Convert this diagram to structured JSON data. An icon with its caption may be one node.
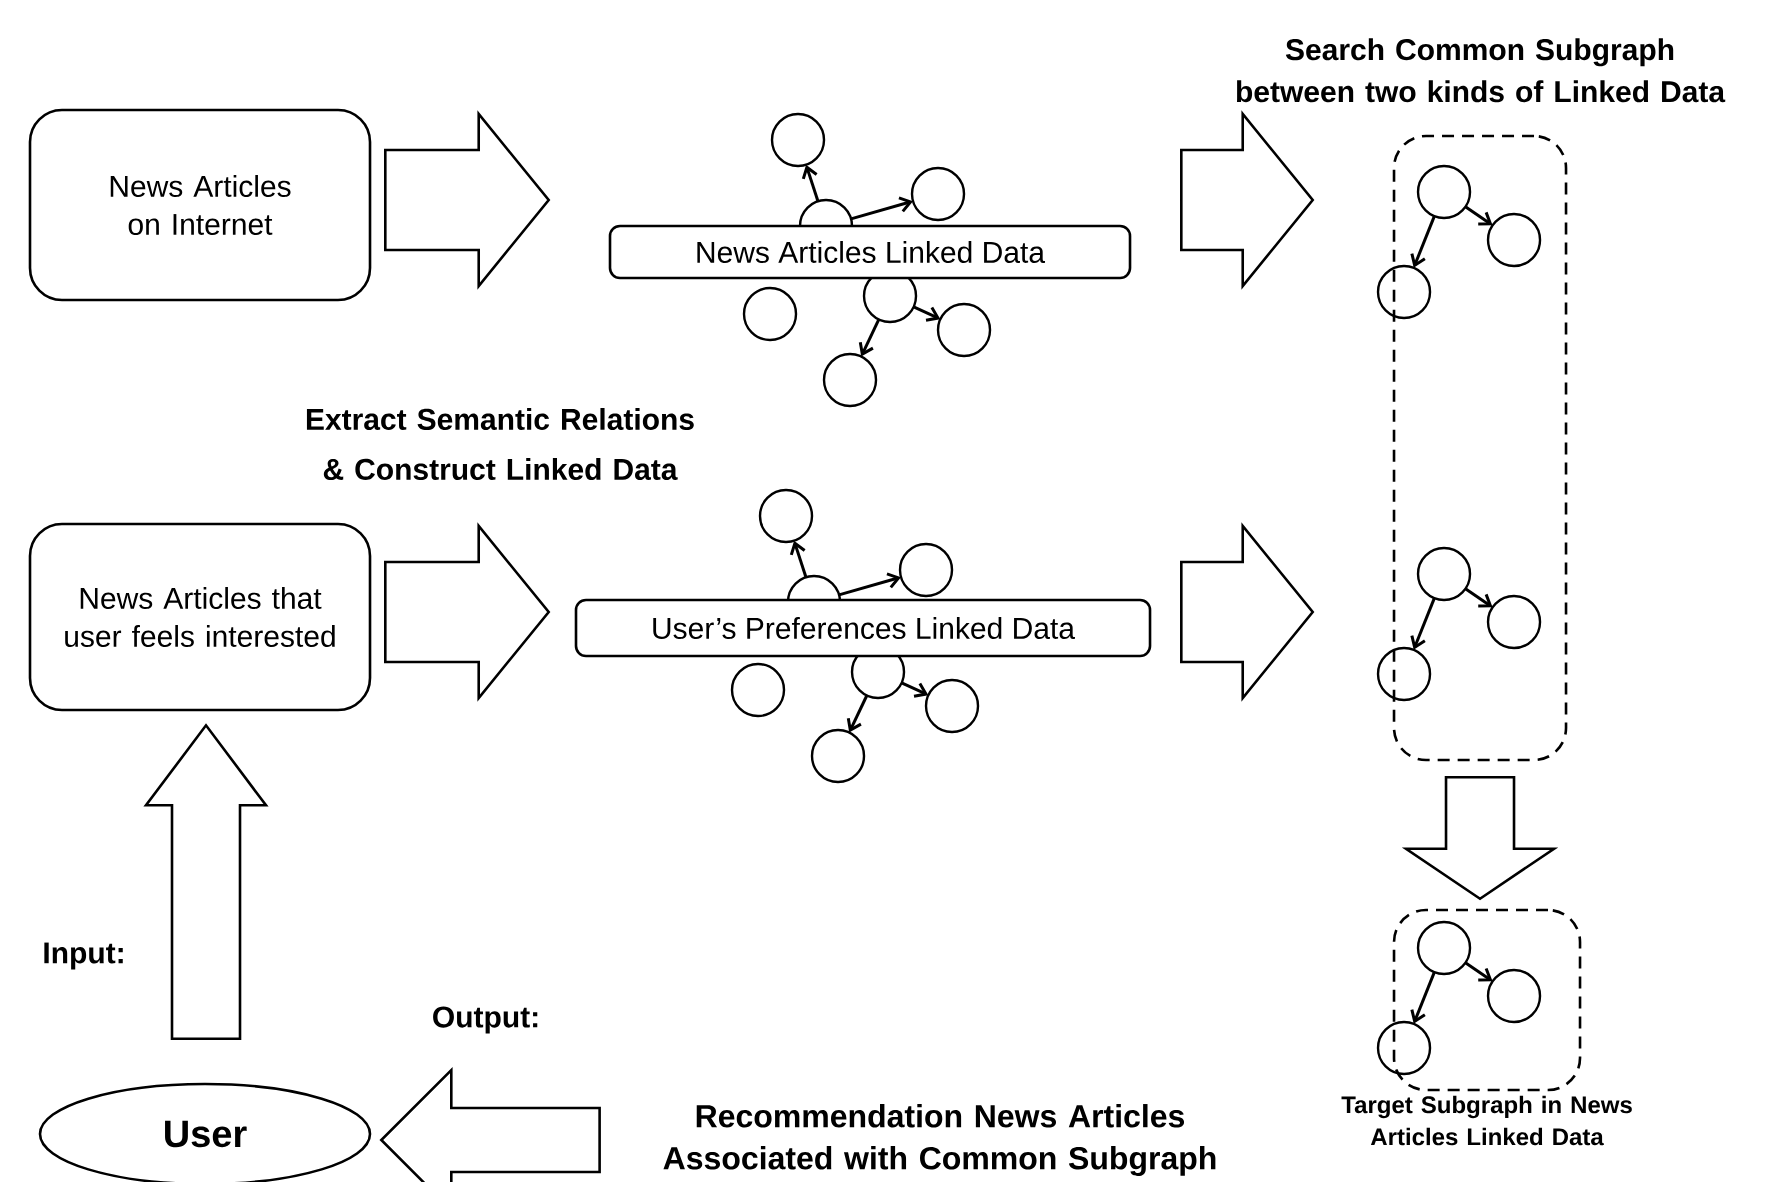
{
  "diagram": {
    "nodes": [
      {
        "text": [
          "News Articles on Internet"
        ]
      },
      {
        "text": [
          "News Articles Linked Data"
        ]
      },
      {
        "text": [
          "News Articles that user feels interested"
        ]
      },
      {
        "text": [
          "User’s Preferences Linked Data"
        ]
      },
      {
        "text": [
          "Search Common Subgraph between two kinds of Linked Data"
        ]
      },
      {
        "text": [
          "Target Subgraph in News Articles Linked Data"
        ]
      },
      {
        "text": [
          "User"
        ]
      },
      {
        "text": [
          "Recommendation News Articles Associated with Common Subgraph"
        ]
      }
    ],
    "edges": [
      {
        "from": 0,
        "to": 1,
        "arrow": "to"
      },
      {
        "from": 1,
        "to": 4,
        "arrow": "to"
      },
      {
        "from": 2,
        "to": 3,
        "arrow": "to"
      },
      {
        "from": 3,
        "to": 4,
        "arrow": "to"
      },
      {
        "from": 4,
        "to": 5,
        "arrow": "to"
      },
      {
        "from": 7,
        "to": 6,
        "arrow": "to"
      },
      {
        "from": 6,
        "to": 2,
        "arrow": "to"
      }
    ],
    "labels": [
      "Extract Semantic Relations & Construct Linked Data",
      "Input:",
      "Output:"
    ]
  }
}
